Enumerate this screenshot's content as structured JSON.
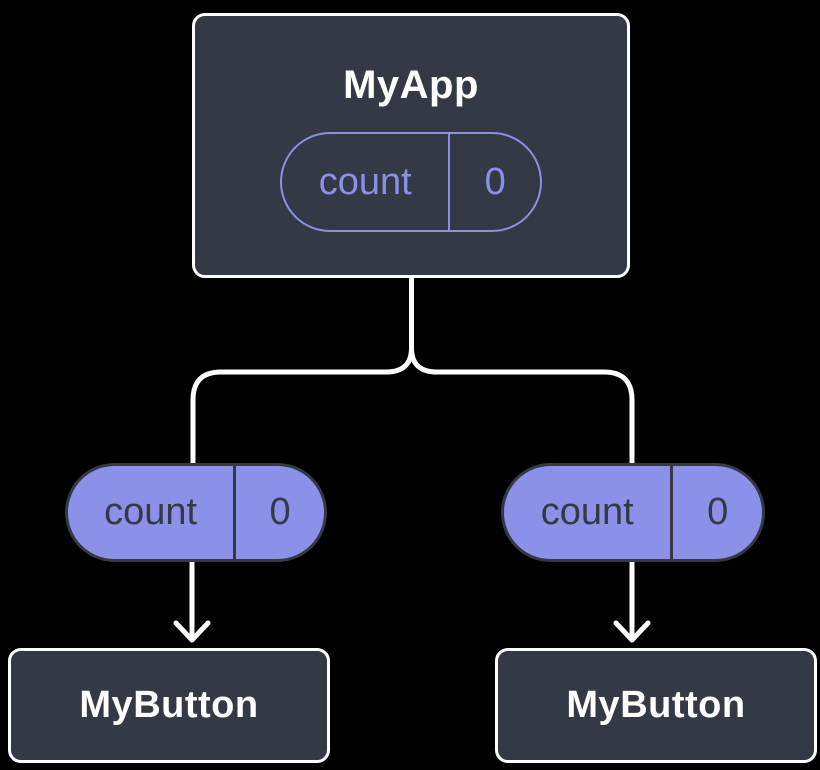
{
  "diagram": {
    "background": "#000000",
    "colors": {
      "node_fill": "#333a45",
      "node_border": "#ffffff",
      "connector": "#ffffff",
      "purple": "#8b90e8",
      "text_on_dark": "#ffffff",
      "text_on_purple": "#333a45"
    },
    "nodes": {
      "root": {
        "label": "MyApp"
      },
      "root_state": {
        "name": "count",
        "value": "0"
      },
      "left_prop": {
        "name": "count",
        "value": "0"
      },
      "right_prop": {
        "name": "count",
        "value": "0"
      },
      "left_child": {
        "label": "MyButton"
      },
      "right_child": {
        "label": "MyButton"
      }
    }
  }
}
